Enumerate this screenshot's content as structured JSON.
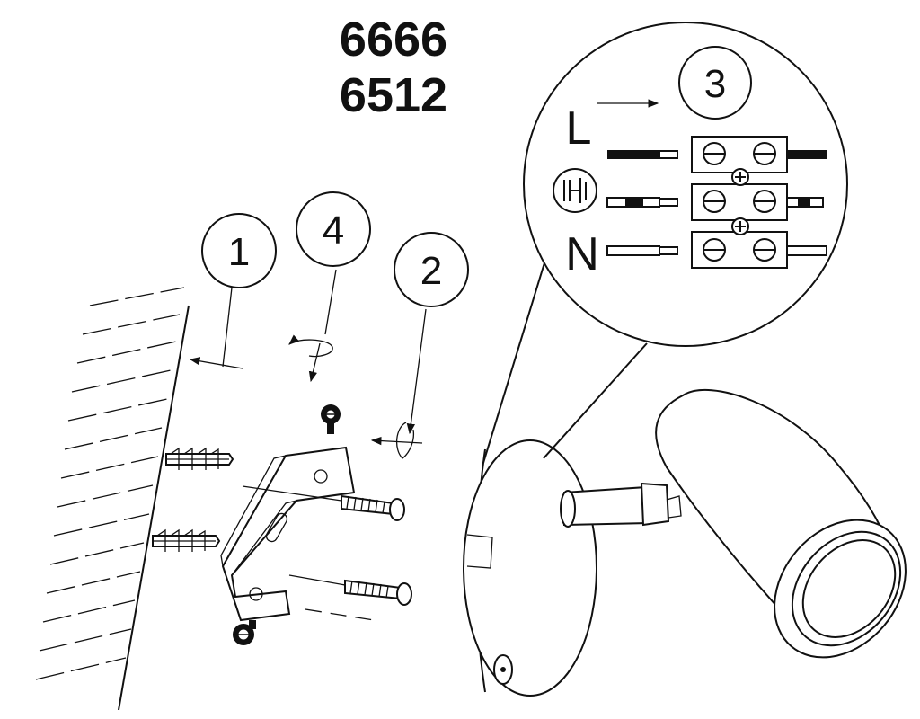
{
  "models": [
    "6666",
    "6512"
  ],
  "steps": {
    "one": "1",
    "two": "2",
    "three": "3",
    "four": "4"
  },
  "wiring": {
    "live": "L",
    "neutral": "N"
  },
  "icons": [
    "ground-symbol-icon",
    "screw-terminal-icon",
    "wall-plug-icon",
    "screw-icon",
    "rotate-arrow-icon"
  ],
  "colors": {
    "ink": "#111111",
    "paper": "#ffffff"
  }
}
